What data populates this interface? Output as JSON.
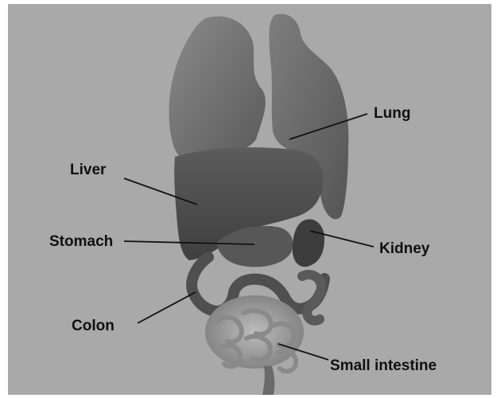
{
  "labels": {
    "lung": "Lung",
    "liver": "Liver",
    "stomach": "Stomach",
    "kidney": "Kidney",
    "colon": "Colon",
    "small_intestine": "Small intestine"
  },
  "colors": {
    "background": "#a9a9a9",
    "organ_dark": "#4a4a4a",
    "organ_mid": "#6a6a6a",
    "organ_light": "#9a9a9a",
    "leader_line": "#111111"
  }
}
